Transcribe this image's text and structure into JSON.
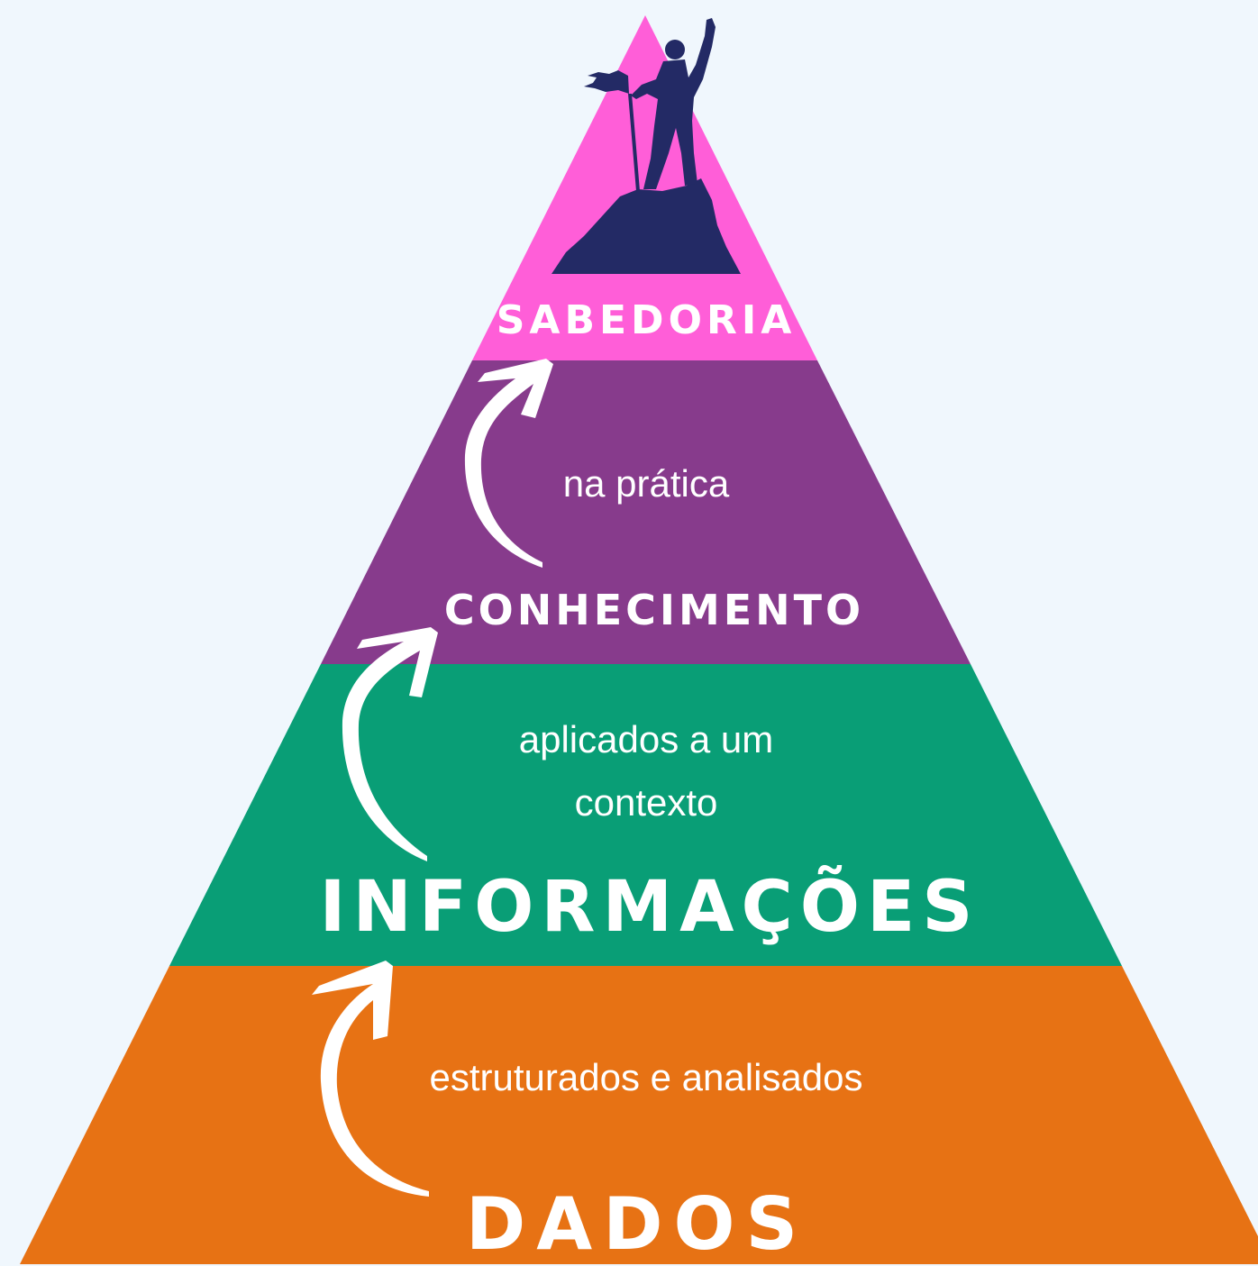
{
  "pyramid": {
    "levels": [
      {
        "title": "SABEDORIA",
        "color": "#ff5ed8"
      },
      {
        "title": "CONHECIMENTO",
        "color": "#873b8c"
      },
      {
        "title": "INFORMAÇÕES",
        "color": "#099e76"
      },
      {
        "title": "DADOS",
        "color": "#e77214"
      }
    ],
    "transitions": [
      {
        "lines": [
          "estruturados e analisados"
        ]
      },
      {
        "lines": [
          "aplicados a um",
          "contexto"
        ]
      },
      {
        "lines": [
          "na prática"
        ]
      }
    ],
    "silhouette_color": "#232a65",
    "arrow_color": "#ffffff",
    "text_color": "#ffffff",
    "background_color": "#f0f7fd",
    "apex_icon": "climber-with-flag-icon"
  }
}
